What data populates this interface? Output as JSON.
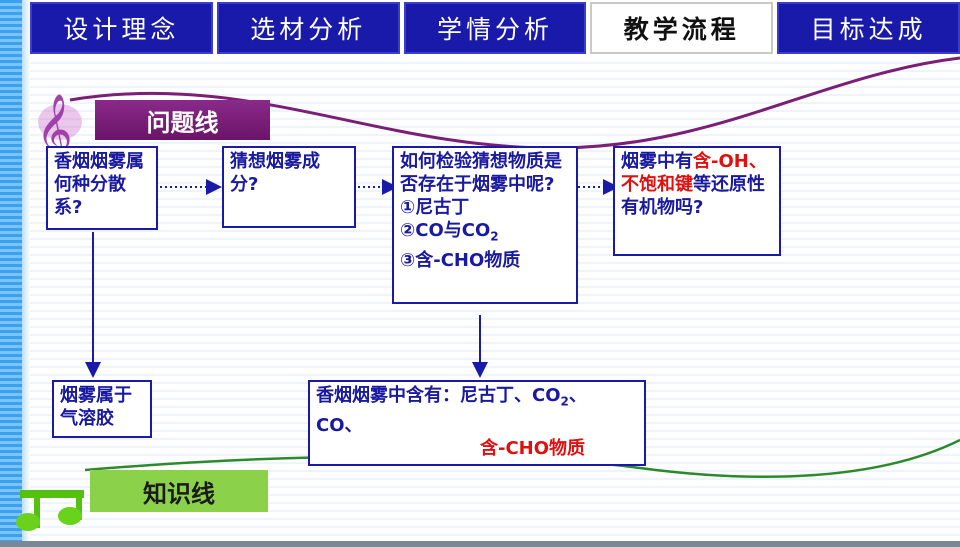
{
  "tabs": [
    {
      "label": "设计理念",
      "active": false
    },
    {
      "label": "选材分析",
      "active": false
    },
    {
      "label": "学情分析",
      "active": false
    },
    {
      "label": "教学流程",
      "active": true
    },
    {
      "label": "目标达成",
      "active": false
    }
  ],
  "banners": {
    "question_line": "问题线",
    "knowledge_line": "知识线"
  },
  "questions": {
    "q1": "香烟烟雾属何种分散系?",
    "q2": "猜想烟雾成分?",
    "q3": {
      "title": "如何检验猜想物质是否存在于烟雾中呢?",
      "item1": "①尼古丁",
      "item2": "②CO与CO",
      "item2_sub": "2",
      "item3": "③含-CHO物质"
    },
    "q4": {
      "prefix": "烟雾中有",
      "red1": "含-OH、不饱和键",
      "suffix": "等还原性有机物吗?"
    }
  },
  "knowledge": {
    "k1": "烟雾属于气溶胶",
    "k2": {
      "line1_prefix": "香烟烟雾中含有：尼古丁、CO",
      "line1_sub": "2",
      "line1_suffix": "、",
      "line2": "CO、",
      "line3_red": "含-CHO物质"
    }
  },
  "colors": {
    "tab_bg": "#1a1aaa",
    "box_border": "#1a1aa8",
    "text_blue": "#1a1aa0",
    "highlight_red": "#e01010",
    "question_banner": "#7a1e78",
    "knowledge_banner": "#8bd14a"
  },
  "icons": {
    "question_icon": "treble-clef-icon",
    "knowledge_icon": "music-note-icon"
  }
}
